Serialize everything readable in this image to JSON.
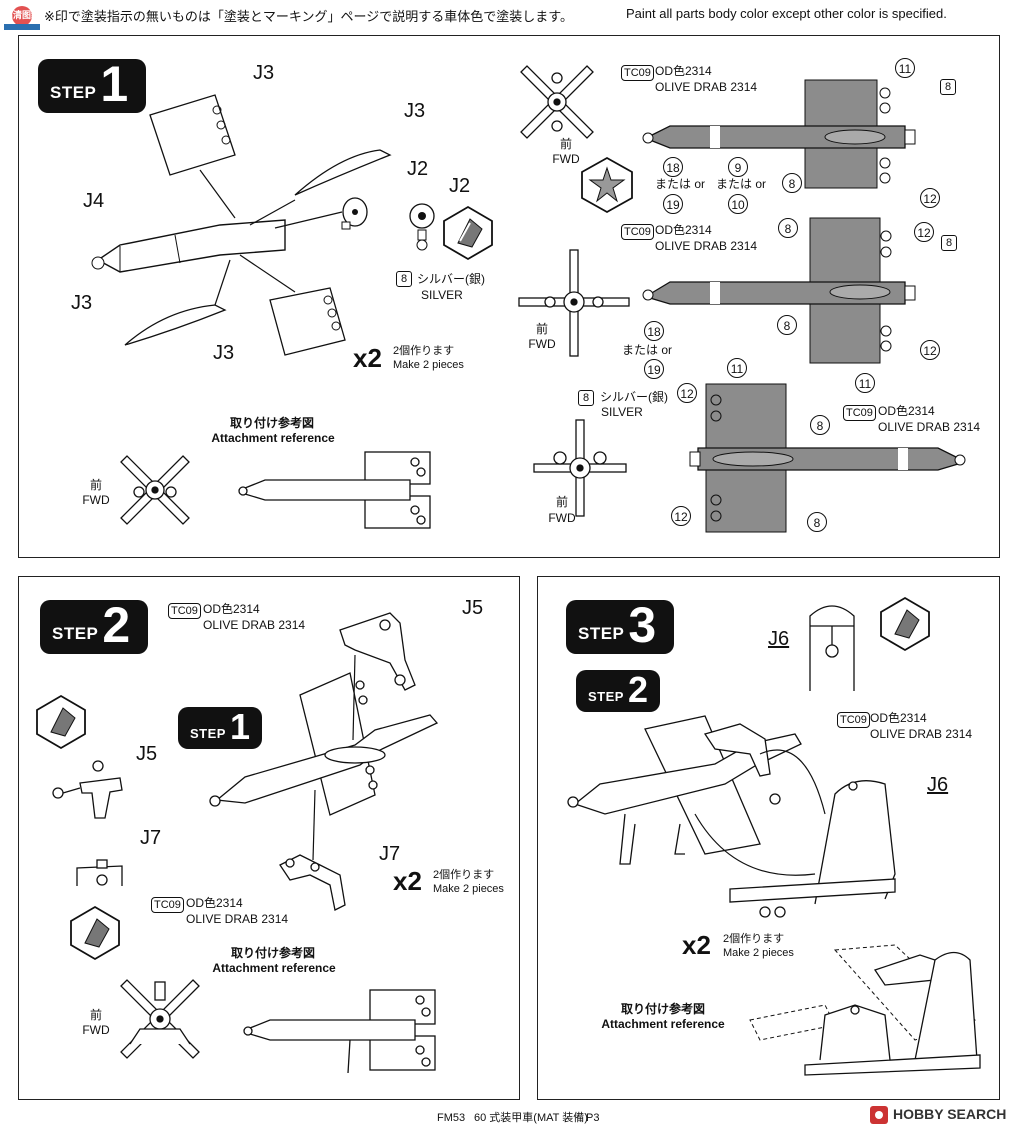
{
  "header": {
    "jp_text": "※印で塗装指示の無いものは「塗装とマーキング」ページで説明する車体色で塗装します。",
    "en_text": "Paint all parts body color except other color is specified.",
    "watermark": "高清图纸"
  },
  "step1": {
    "word": "STEP",
    "num": "1",
    "labels": {
      "j3a": "J3",
      "j3b": "J3",
      "j3c": "J3",
      "j3d": "J3",
      "j2a": "J2",
      "j2b": "J2",
      "j4": "J4"
    },
    "silver_num": "8",
    "silver_jp": "シルバー(銀)",
    "silver_en": "SILVER",
    "x2": "x2",
    "make_jp": "2個作ります",
    "make_en": "Make 2 pieces",
    "ref_jp": "取り付け参考図",
    "ref_en": "Attachment reference",
    "fwd_jp": "前",
    "fwd_en": "FWD"
  },
  "step1_right": {
    "tc": "TC09",
    "od_jp": "OD色2314",
    "od_en": "OLIVE DRAB 2314",
    "fwd_jp": "前",
    "fwd_en": "FWD",
    "or_jp": "または or",
    "silver_num": "8",
    "silver_jp": "シルバー(銀)",
    "silver_en": "SILVER",
    "n8": "8",
    "n9": "9",
    "n10": "10",
    "n11": "11",
    "n12": "12",
    "n18": "18",
    "n19": "19"
  },
  "step2": {
    "word": "STEP",
    "num": "2",
    "inner_word": "STEP",
    "inner_num": "1",
    "labels": {
      "j5a": "J5",
      "j5b": "J5",
      "j7a": "J7",
      "j7b": "J7"
    },
    "tc": "TC09",
    "od_jp": "OD色2314",
    "od_en": "OLIVE DRAB 2314",
    "x2": "x2",
    "make_jp": "2個作ります",
    "make_en": "Make 2 pieces",
    "ref_jp": "取り付け参考図",
    "ref_en": "Attachment reference",
    "fwd_jp": "前",
    "fwd_en": "FWD"
  },
  "step3": {
    "word": "STEP",
    "num": "3",
    "inner_word": "STEP",
    "inner_num": "2",
    "labels": {
      "j6a": "J6",
      "j6b": "J6"
    },
    "tc": "TC09",
    "od_jp": "OD色2314",
    "od_en": "OLIVE DRAB 2314",
    "x2": "x2",
    "make_jp": "2個作ります",
    "make_en": "Make 2 pieces",
    "ref_jp": "取り付け参考図",
    "ref_en": "Attachment reference"
  },
  "footer": {
    "code": "FM53",
    "title": "60 式装甲車(MAT 装備)",
    "page": "P3",
    "brand": "HOBBY SEARCH"
  },
  "colors": {
    "olive_drab_shade": "#8c8c8c",
    "ink": "#111111"
  }
}
